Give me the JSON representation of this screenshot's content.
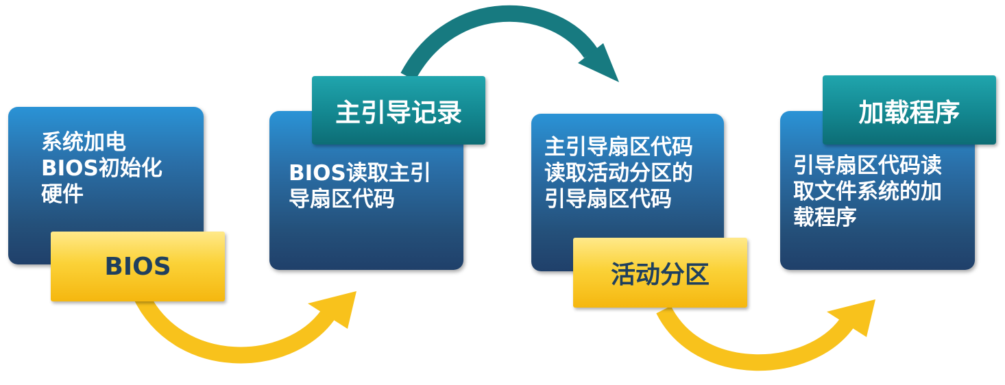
{
  "steps": [
    {
      "text": "系统加电\nBIOS初始化\n硬件",
      "label": "BIOS",
      "label_style": "yellow"
    },
    {
      "text": "BIOS读取主引\n导扇区代码",
      "label": "主引导记录",
      "label_style": "teal"
    },
    {
      "text": "主引导扇区代码\n读取活动分区的\n引导扇区代码",
      "label": "活动分区",
      "label_style": "yellow"
    },
    {
      "text": "引导扇区代码读\n取文件系统的加\n载程序",
      "label": "加载程序",
      "label_style": "teal"
    }
  ],
  "colors": {
    "box_top": "#2a93d6",
    "box_bottom": "#20406a",
    "tag_yellow": "#fbd238",
    "tag_teal": "#138790",
    "arrow_yellow": "#f8c21c",
    "arrow_teal": "#177a80"
  }
}
